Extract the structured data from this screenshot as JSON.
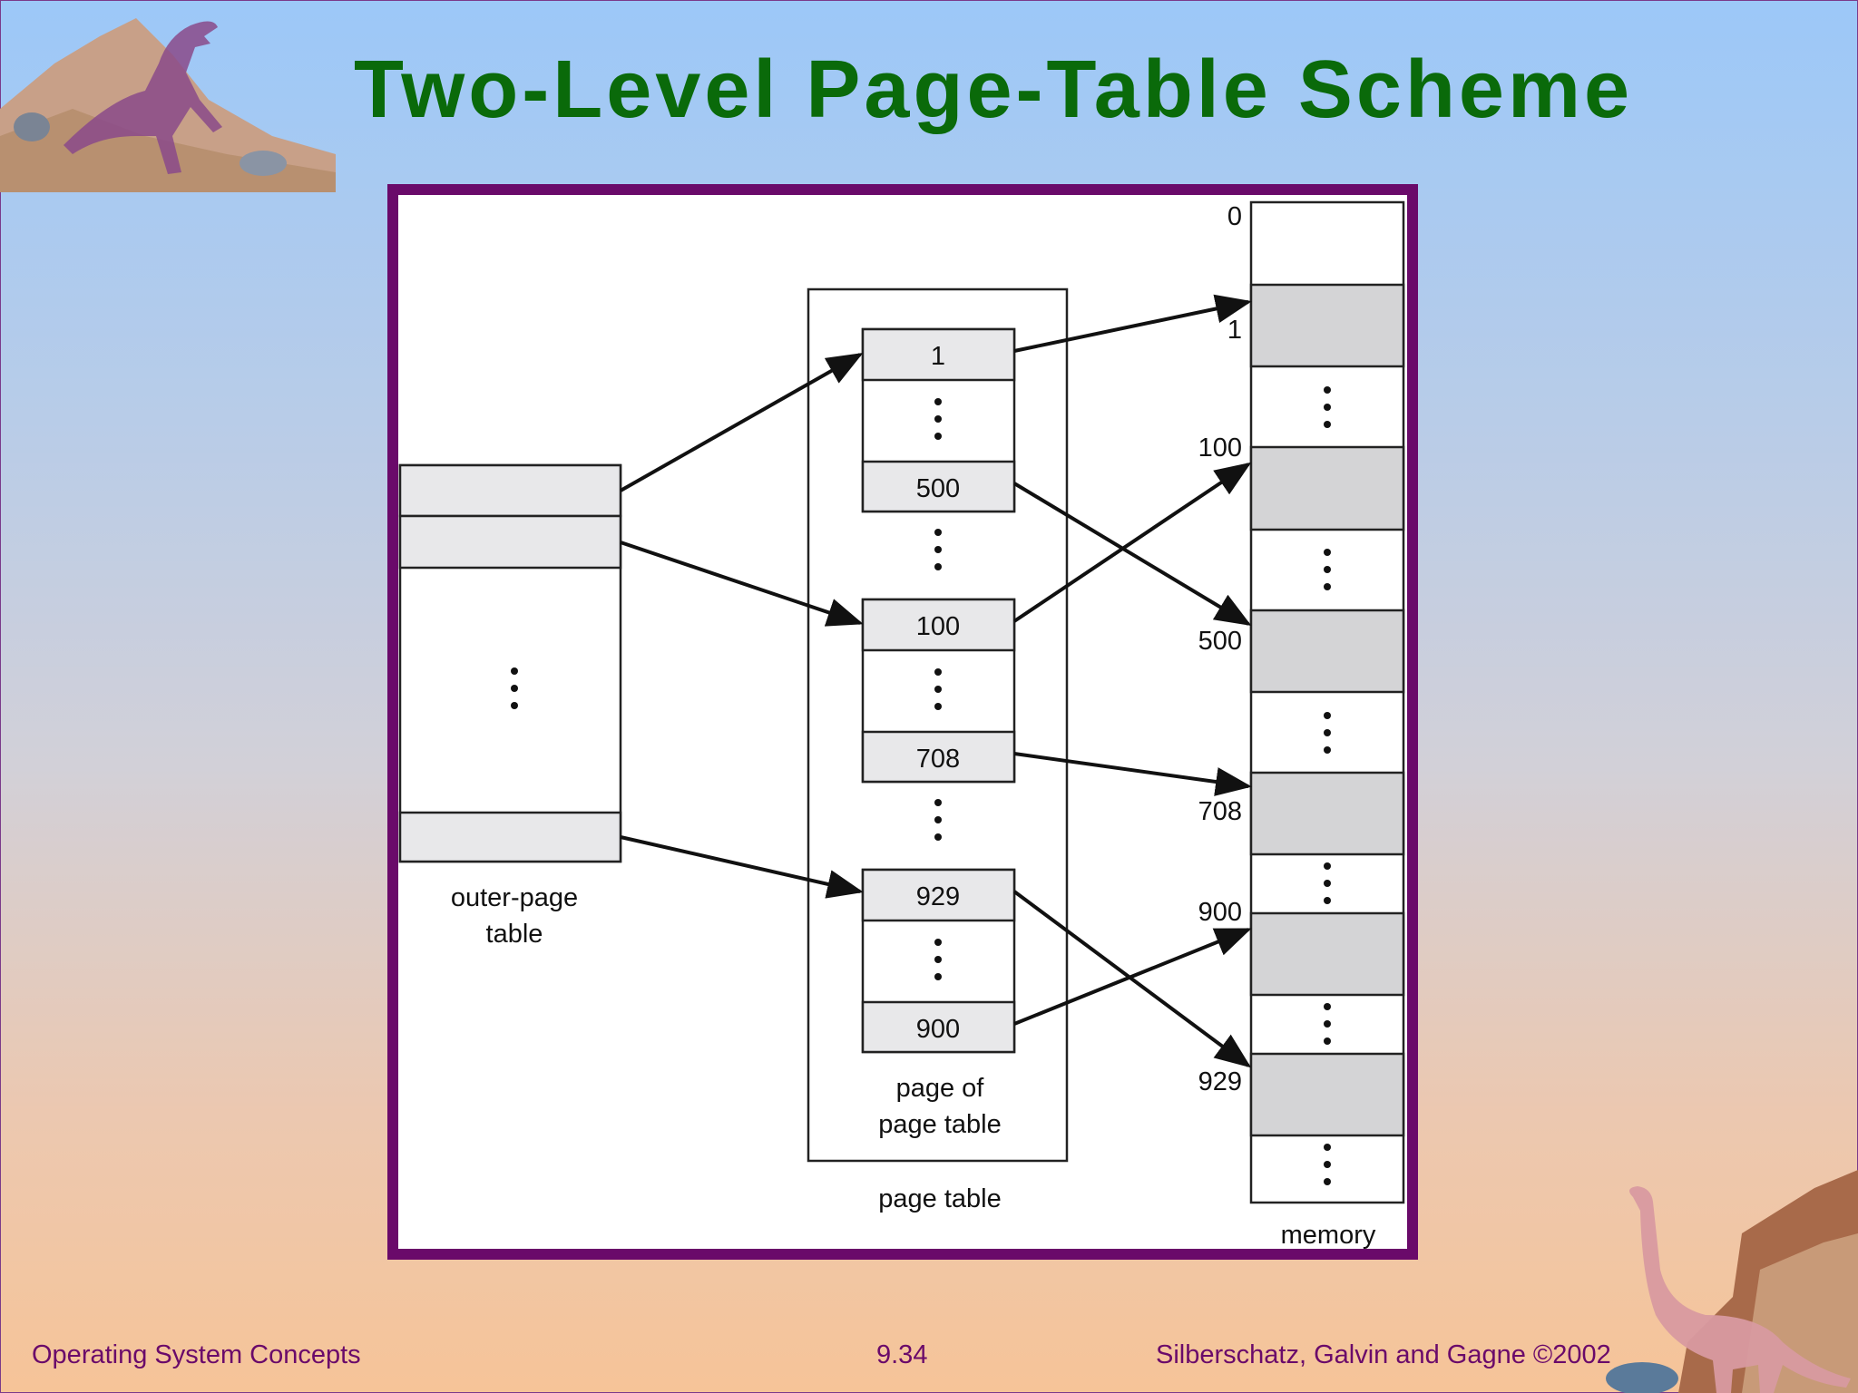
{
  "slide": {
    "title": "Two-Level Page-Table Scheme",
    "footer_left": "Operating System Concepts",
    "footer_center": "9.34",
    "footer_right": "Silberschatz, Galvin and  Gagne ©2002"
  },
  "diagram": {
    "outer_table_label_line1": "outer-page",
    "outer_table_label_line2": "table",
    "page_of_table_label_line1": "page of",
    "page_of_table_label_line2": "page table",
    "page_table_label": "page table",
    "memory_label": "memory",
    "page_table_entries": [
      "1",
      "500",
      "100",
      "708",
      "929",
      "900"
    ],
    "memory_labels": [
      "0",
      "1",
      "100",
      "500",
      "708",
      "900",
      "929"
    ]
  },
  "colors": {
    "title": "#0a6a0a",
    "frame": "#6a0a6a",
    "footer_text": "#6a0a6a",
    "cell_fill": "#e8e8ea",
    "memory_fill": "#d4d4d6"
  }
}
